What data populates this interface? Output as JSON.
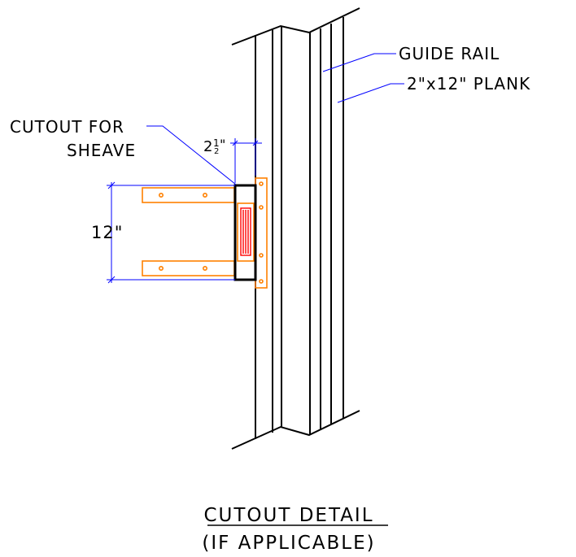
{
  "labels": {
    "guide_rail": "GUIDE RAIL",
    "plank": "2\"x12\" PLANK",
    "cutout_line1": "CUTOUT FOR",
    "cutout_line2": "SHEAVE",
    "dim_width": "2",
    "dim_width_frac": "1",
    "dim_width_frac_den": "2",
    "dim_width_mark": "\"",
    "dim_height": "12\""
  },
  "title": {
    "line1": "CUTOUT DETAIL",
    "line2": "(IF APPLICABLE)"
  },
  "colors": {
    "line": "#000000",
    "dimension": "#0000ff",
    "bracket": "#ff8000",
    "sheave": "#ff0000"
  }
}
